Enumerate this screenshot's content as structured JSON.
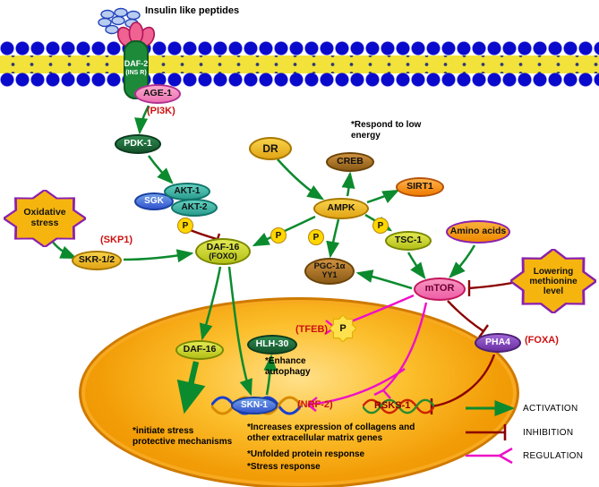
{
  "labels": {
    "insulin": "Insulin like peptides"
  },
  "nodes": {
    "daf2": {
      "label": "DAF-2",
      "sub": "(INS R)"
    },
    "age1": {
      "label": "AGE-1"
    },
    "pi3k_note": "(PI3K)",
    "pdk1": {
      "label": "PDK-1"
    },
    "sgk": {
      "label": "SGK"
    },
    "akt1": {
      "label": "AKT-1"
    },
    "akt2": {
      "label": "AKT-2"
    },
    "oxidative_stress": {
      "label": "Oxidative stress"
    },
    "skr12": {
      "label": "SKR-1/2"
    },
    "skp1_note": "(SKP1)",
    "daf16_foxo": {
      "label": "DAF-16",
      "sub": "(FOXO)"
    },
    "dr": {
      "label": "DR"
    },
    "creb": {
      "label": "CREB"
    },
    "ampk": {
      "label": "AMPK"
    },
    "sirt1": {
      "label": "SIRT1"
    },
    "tsc1": {
      "label": "TSC-1"
    },
    "pgc1a": {
      "label": "PGC-1α",
      "sub": "YY1"
    },
    "amino_acids": {
      "label": "Amino acids"
    },
    "mtor": {
      "label": "mTOR"
    },
    "methionine": {
      "label": "Lowering methionine level"
    },
    "pha4": {
      "label": "PHA4"
    },
    "foxa_note": "(FOXA)",
    "daf16_nuclear": {
      "label": "DAF-16"
    },
    "hlh30": {
      "label": "HLH-30"
    },
    "tfeb_note": "(TFEB)",
    "skn1": {
      "label": "SKN-1"
    },
    "nrf2_note": "(NRF-2)",
    "rsks1": {
      "label": "RSKS-1"
    },
    "phospho": {
      "label": "P"
    }
  },
  "notes": {
    "respond_low_energy": "*Respond to low energy",
    "enhance_autophagy": "*Enhance autophagy",
    "initiate_stress": "*initiate stress protective mechanisms",
    "collagens": "*Increases expression of collagens and other extracellular matrix genes",
    "unfolded": "*Unfolded protein response",
    "stress_response": "*Stress response"
  },
  "legend": {
    "activation": "ACTIVATION",
    "inhibition": "INHIBITION",
    "regulation": "REGULATION"
  },
  "colors": {
    "activation": "#0c8a2e",
    "inhibition": "#8b0000",
    "regulation": "#ee10c8",
    "membrane_blue": "#0a0acc",
    "membrane_band": "#f2e23a",
    "cell_orange": "#f29500"
  }
}
